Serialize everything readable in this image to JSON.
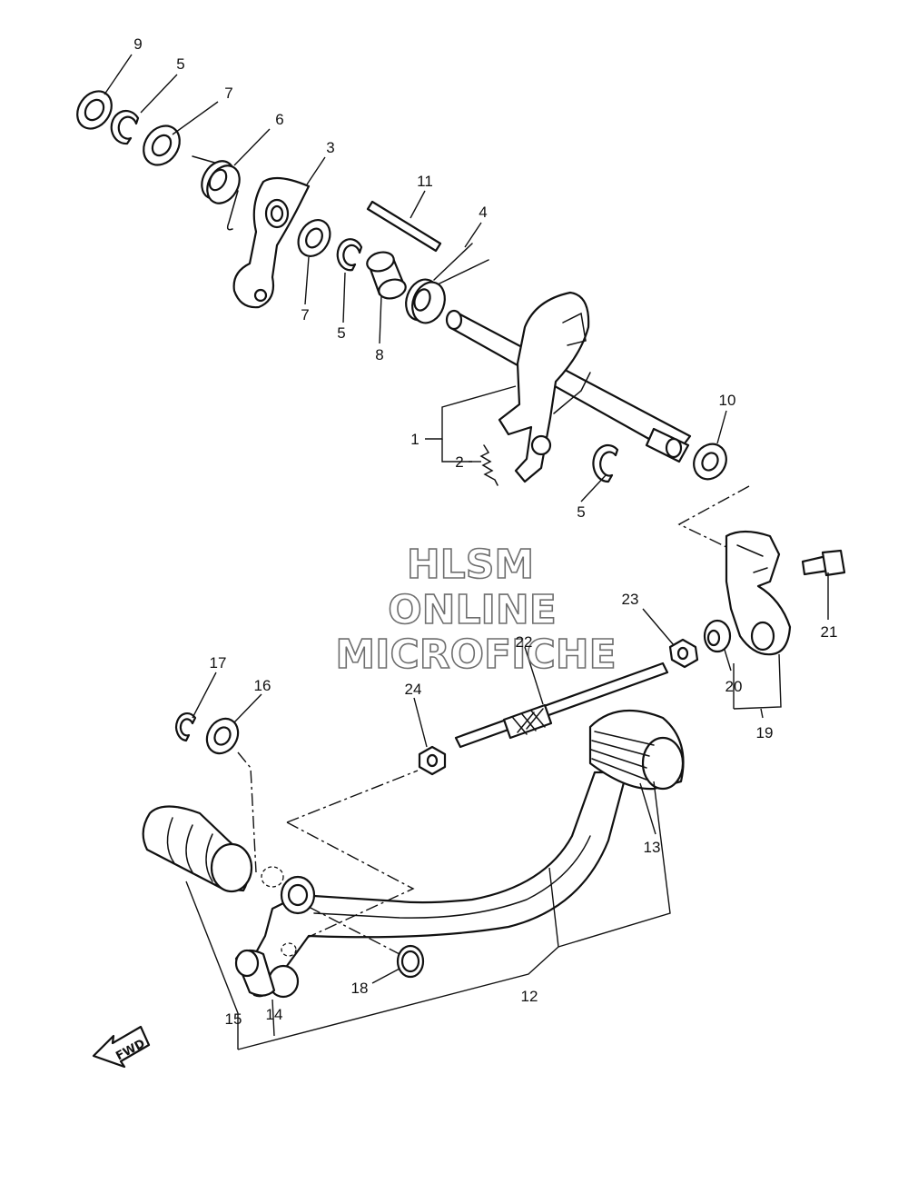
{
  "watermark": {
    "line1": "HLSM",
    "line2": "ONLINE",
    "line3": "MICROFICHE"
  },
  "direction_label": "FWD",
  "callouts": [
    {
      "id": "c9",
      "text": "9"
    },
    {
      "id": "c5a",
      "text": "5"
    },
    {
      "id": "c7a",
      "text": "7"
    },
    {
      "id": "c6",
      "text": "6"
    },
    {
      "id": "c3",
      "text": "3"
    },
    {
      "id": "c11",
      "text": "11"
    },
    {
      "id": "c4",
      "text": "4"
    },
    {
      "id": "c7b",
      "text": "7"
    },
    {
      "id": "c5b",
      "text": "5"
    },
    {
      "id": "c8",
      "text": "8"
    },
    {
      "id": "c1",
      "text": "1"
    },
    {
      "id": "c2",
      "text": "2"
    },
    {
      "id": "c5c",
      "text": "5"
    },
    {
      "id": "c10",
      "text": "10"
    },
    {
      "id": "c21",
      "text": "21"
    },
    {
      "id": "c23",
      "text": "23"
    },
    {
      "id": "c22",
      "text": "22"
    },
    {
      "id": "c20",
      "text": "20"
    },
    {
      "id": "c19",
      "text": "19"
    },
    {
      "id": "c24",
      "text": "24"
    },
    {
      "id": "c17",
      "text": "17"
    },
    {
      "id": "c16",
      "text": "16"
    },
    {
      "id": "c13",
      "text": "13"
    },
    {
      "id": "c18",
      "text": "18"
    },
    {
      "id": "c12",
      "text": "12"
    },
    {
      "id": "c15",
      "text": "15"
    },
    {
      "id": "c14",
      "text": "14"
    }
  ]
}
